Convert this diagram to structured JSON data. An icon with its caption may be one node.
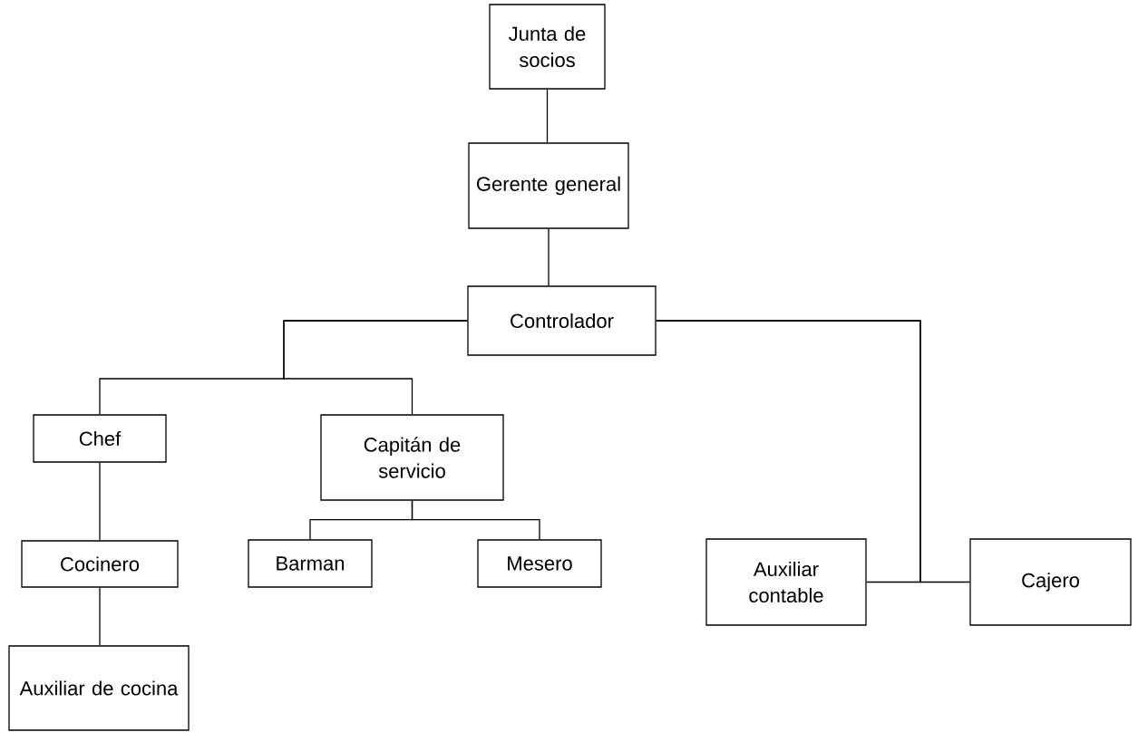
{
  "diagram": {
    "nodes": [
      {
        "text": [
          "Junta de socios"
        ]
      },
      {
        "text": [
          "Gerente general"
        ]
      },
      {
        "text": [
          "Controlador"
        ]
      },
      {
        "text": [
          "Chef"
        ]
      },
      {
        "text": [
          "Capitán de servicio"
        ]
      },
      {
        "text": [
          "Cocinero"
        ]
      },
      {
        "text": [
          "Barman"
        ]
      },
      {
        "text": [
          "Mesero"
        ]
      },
      {
        "text": [
          "Auxiliar de cocina"
        ]
      },
      {
        "text": [
          "Auxiliar contable"
        ]
      },
      {
        "text": [
          "Cajero"
        ]
      }
    ],
    "edges": [
      {
        "from": 0,
        "to": 1,
        "arrow": "none"
      },
      {
        "from": 1,
        "to": 2,
        "arrow": "none"
      },
      {
        "from": 2,
        "to": 3,
        "arrow": "none"
      },
      {
        "from": 2,
        "to": 4,
        "arrow": "none"
      },
      {
        "from": 2,
        "to": 9,
        "arrow": "none"
      },
      {
        "from": 2,
        "to": 10,
        "arrow": "none"
      },
      {
        "from": 4,
        "to": 6,
        "arrow": "none"
      },
      {
        "from": 4,
        "to": 7,
        "arrow": "none"
      },
      {
        "from": 3,
        "to": 5,
        "arrow": "none"
      },
      {
        "from": 5,
        "to": 8,
        "arrow": "none"
      }
    ]
  }
}
